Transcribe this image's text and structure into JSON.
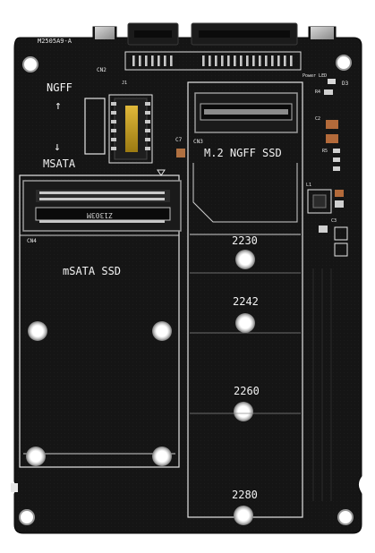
{
  "board": {
    "model_code": "M2505A9-A",
    "label_ngff": "NGFF",
    "label_msata": "MSATA",
    "label_j1": "J1",
    "label_c7": "C7",
    "label_cn2": "CN2",
    "label_cn3": "CN3",
    "label_cn4": "CN4",
    "label_power_led": "Power LED",
    "label_d3": "D3",
    "label_r4": "R4",
    "label_c2": "C2",
    "label_r5": "R5",
    "label_l1": "L1",
    "label_c3": "C3",
    "slot_m2_title": "M.2  NGFF SSD",
    "slot_msata_title": "mSATA SSD",
    "msata_chip_text": "Z1303M"
  },
  "mount_sizes": [
    {
      "label": "2230"
    },
    {
      "label": "2242"
    },
    {
      "label": "2260"
    },
    {
      "label": "2280"
    }
  ],
  "colors": {
    "pcb": "#141414",
    "silkscreen": "#f2f2f2",
    "gold": "#c9a227",
    "metal": "#b8b8b8",
    "background": "#ffffff"
  }
}
